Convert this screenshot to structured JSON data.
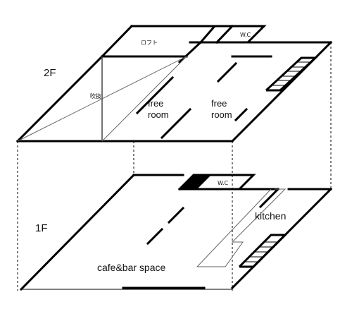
{
  "floors": {
    "second": {
      "floor_label": "2F",
      "loft_label": "ロフト",
      "wc_label": "W.C",
      "void_label": "吹抜",
      "room_left": {
        "line1": "free",
        "line2": "room"
      },
      "room_right": {
        "line1": "free",
        "line2": "room"
      }
    },
    "first": {
      "floor_label": "1F",
      "wc_label": "W.C",
      "kitchen_label": "kitchen",
      "main_space_label": "cafe&bar space"
    }
  },
  "colors": {
    "line": "#000000",
    "thin_line": "#666666",
    "background": "#ffffff"
  }
}
